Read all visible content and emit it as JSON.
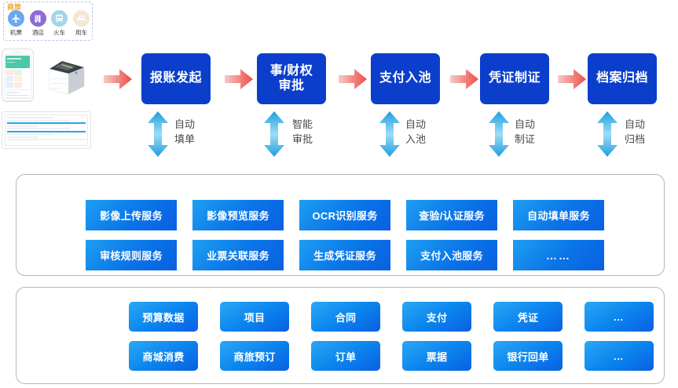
{
  "travel_card": {
    "title": "商旅",
    "items": [
      {
        "label": "机票",
        "icon": "airplane-icon"
      },
      {
        "label": "酒店",
        "icon": "building-icon"
      },
      {
        "label": "火车",
        "icon": "train-icon"
      },
      {
        "label": "用车",
        "icon": "car-icon"
      }
    ]
  },
  "devices": [
    {
      "name": "mobile-phone-mockup"
    },
    {
      "name": "document-scanner-mockup"
    },
    {
      "name": "desktop-monitor-mockup"
    }
  ],
  "flow": {
    "steps": [
      {
        "label": "报账发起",
        "caption": "自动\n填单",
        "caption_line1": "自动",
        "caption_line2": "填单"
      },
      {
        "label": "事/财权\n审批",
        "line1": "事/财权",
        "line2": "审批",
        "caption_line1": "智能",
        "caption_line2": "审批"
      },
      {
        "label": "支付入池",
        "caption_line1": "自动",
        "caption_line2": "入池"
      },
      {
        "label": "凭证制证",
        "caption_line1": "自动",
        "caption_line2": "制证"
      },
      {
        "label": "档案归档",
        "caption_line1": "自动",
        "caption_line2": "归档"
      }
    ]
  },
  "services_panel": {
    "chips": [
      "影像上传服务",
      "影像预览服务",
      "OCR识别服务",
      "查验/认证服务",
      "自动填单服务",
      "审核规则服务",
      "业票关联服务",
      "生成凭证服务",
      "支付入池服务",
      "……"
    ]
  },
  "data_panel": {
    "chips": [
      "预算数据",
      "项目",
      "合同",
      "支付",
      "凭证",
      "…",
      "商城消费",
      "商旅预订",
      "订单",
      "票据",
      "银行回单",
      "…"
    ]
  },
  "colors": {
    "flow_box": "#0b3fcb",
    "arrow_red": "#ef5350",
    "arrow_blue": "#29a8e0",
    "chip_blue": "#0a74e8",
    "panel_border": "#b6b6b6",
    "travel_title": "#f5a623"
  }
}
